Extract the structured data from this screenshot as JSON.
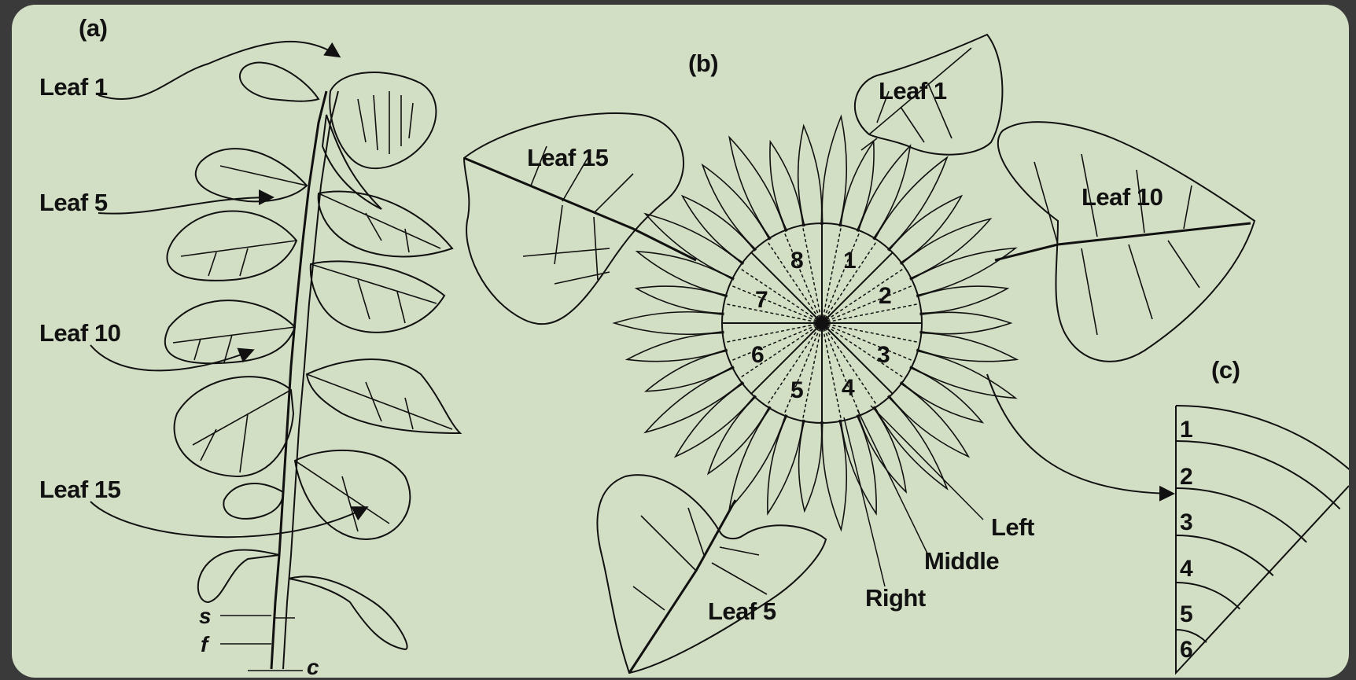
{
  "panels": {
    "a": {
      "tag": "(a)",
      "leaf_labels": [
        "Leaf 1",
        "Leaf 5",
        "Leaf 10",
        "Leaf 15"
      ],
      "stem_labels": [
        "s",
        "f",
        "c"
      ]
    },
    "b": {
      "tag": "(b)",
      "leaf_labels": [
        "Leaf 1",
        "Leaf 15",
        "Leaf 10",
        "Leaf 5"
      ],
      "sector_numbers": [
        "1",
        "2",
        "3",
        "4",
        "5",
        "6",
        "7",
        "8"
      ],
      "position_labels": [
        "Left",
        "Middle",
        "Right"
      ]
    },
    "c": {
      "tag": "(c)",
      "ring_numbers": [
        "1",
        "2",
        "3",
        "4",
        "5",
        "6"
      ]
    }
  },
  "colors": {
    "background": "#d3dfc4",
    "frame": "#3a3a3a",
    "ink": "#111111"
  }
}
